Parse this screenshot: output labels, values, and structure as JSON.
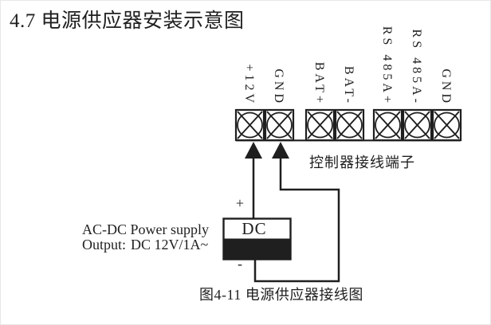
{
  "title": "4.7 电源供应器安装示意图",
  "diagram": {
    "terminals": [
      "+12V",
      "GND",
      "BAT+",
      "BAT-",
      "RS 485A+",
      "RS 485A-",
      "GND"
    ],
    "terminal_strip_label": "控制器接线端子",
    "power_supply": {
      "name_line": "AC-DC Power supply",
      "output_label": "Output:",
      "output_value": "DC 12V/1A~",
      "box_label": "DC",
      "positive_label": "+",
      "negative_label": "-"
    },
    "caption": "图4-11 电源供应器接线图"
  },
  "colors": {
    "ink": "#1f1f1f",
    "background": "#ffffff"
  }
}
